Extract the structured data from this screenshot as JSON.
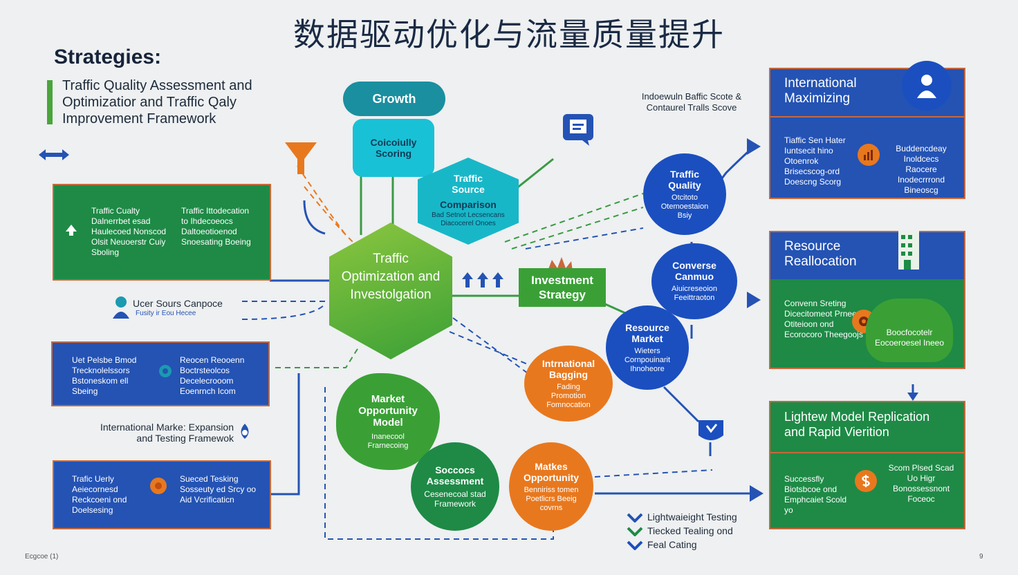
{
  "title": "数据驱动优化与流量质量提升",
  "strategies": {
    "heading": "Strategies:",
    "intro": "Traffic Quality Assessment and Optimizatior and Traffic Qaly Improvement Framework"
  },
  "left_banners": [
    {
      "col1": "Traffic Cualty Dalnerrbet esad Haulecoed Nonscod Olsit Neuoerstr Cuiy Sboling",
      "col2": "Traffic Ittodecation to Ihdecoeocs Daltoeotioenod Snoesating Boeing"
    },
    {
      "col1": "Uet Pelsbe Bmod Trecknolelssors Bstoneskom ell Sbeing",
      "col2": "Reocen Reooenn Boctrsteolcos Decelecrooom Eoenrnch Icom"
    },
    {
      "col1": "Trafic Uerly Aeiecornesd Reckcoeni ond Doelsesing",
      "col2": "Sueced Tesking Sosseuty ed Srcy oo Aid Vcrificaticn"
    }
  ],
  "left_labels": {
    "user_source": "Ucer Sours Canpoce",
    "user_source_sub": "Fusity ir   Eou Hecee",
    "intl_market": "International Marke: Expansion and Testing Framewok"
  },
  "center_nodes": {
    "growth": "Growth",
    "quality_scoring": "Coicoiully Scoring",
    "traffic_source": "Traffic Source",
    "traffic_source_sub": "Comparison",
    "traffic_source_desc": "Bad Setnot Lecsencans Diacocerel Onoes",
    "optimization": "Traffic Optimization and Investolgation",
    "investment": "Investment Strategy",
    "market_model": "Market Opportunity Model",
    "market_model_sub": "Inanecool Frarnecoing",
    "success_assessment": "Soccocs Assessment",
    "success_assessment_sub": "Cesenecoal stad Framework",
    "market_opportunity": "Matkes Opportunity",
    "market_opportunity_sub": "Benniriss tomen Poetlicrs Beeig covrns",
    "intl_bagging": "Intrnational Bagging",
    "intl_bagging_sub": "Fading Promotion Fomnocation"
  },
  "right_nodes": {
    "top_note": "Indoewuln Baffic Scote & Contaurel Tralls Scove",
    "traffic_quality": "Traffic Quality",
    "traffic_quality_sub": "Otcitoto Otemoestaion Bsiy",
    "converse": "Converse Canmuo",
    "converse_sub": "Aiuicreseoion Feeittraoton",
    "resource": "Resource Market",
    "resource_sub": "Wieters Cornpouinarit Ihnoheore"
  },
  "panels": [
    {
      "title": "International Maximizing",
      "col1": "Tiaffic Sen Hater Iuntsecit hino Otoenrok Brisecscog-ord Doescng Scorg",
      "col2": "Buddencdeay Inoldcecs Raocere Inodecrrrond Bineoscg"
    },
    {
      "title": "Resource Reallocation",
      "col1": "Convenn Sreting Dicecitomeot Prneep Otiteioon ond Ecorocoro Theegoojs",
      "col2": "Boocfocotelr Eocoeroesel Ineeo"
    },
    {
      "title": "Lightew Model Replication and Rapid Vierition",
      "col1": "Successfly Biotsbcoe ond Emphcaiet Scold yo",
      "col2": "Scom Plsed Scad Uo Higr Bonossessnont Foceoc"
    }
  ],
  "legend": [
    "Lightwaieight Testing",
    "Tiecked Tealing ond",
    "Feal Cating"
  ],
  "footer_left": "Ecgcoe (1)",
  "footer_right": "9",
  "colors": {
    "green": "#1e8a46",
    "blue": "#2453b4",
    "orange": "#e8781e",
    "teal": "#18b7c8",
    "lime": "#7cbf2e",
    "navy": "#1b4fbf"
  }
}
